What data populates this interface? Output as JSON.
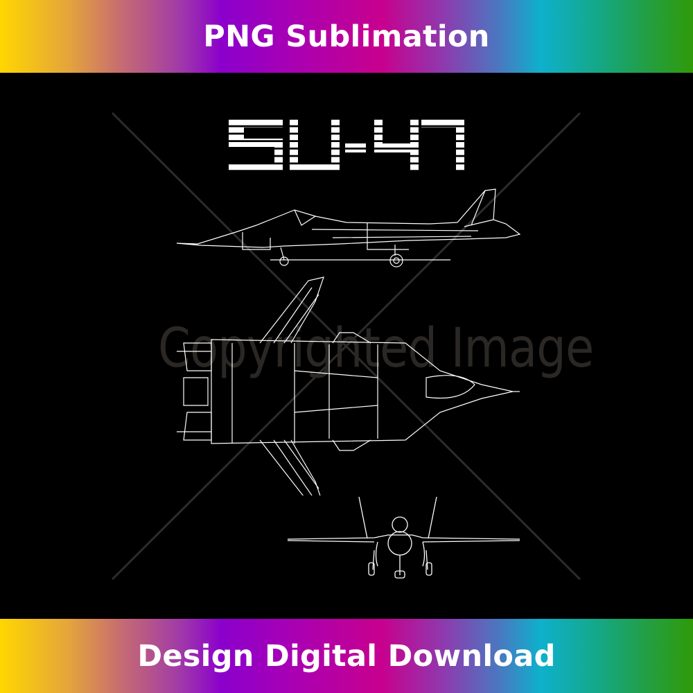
{
  "header_banner": {
    "label": "PNG Sublimation",
    "gradient_colors": [
      "#ffd700",
      "#c86f6e",
      "#8b00cc",
      "#c8008e",
      "#0eb0cc",
      "#2f9a08"
    ]
  },
  "footer_banner": {
    "label": "Design Digital Download"
  },
  "artwork": {
    "background": "#000000",
    "title": "SU-47",
    "title_style": "striped white stencil lettering",
    "views": [
      {
        "name": "side-view",
        "description": "Side profile blueprint of the SU-47 aircraft with landing gear"
      },
      {
        "name": "top-view",
        "description": "Top-down blueprint of the SU-47 with forward-swept wings"
      },
      {
        "name": "front-view",
        "description": "Front view blueprint of the SU-47"
      }
    ],
    "line_color": "#ffffff"
  },
  "watermark": {
    "text": "Copyrighted Image",
    "color": "#2a2724"
  }
}
